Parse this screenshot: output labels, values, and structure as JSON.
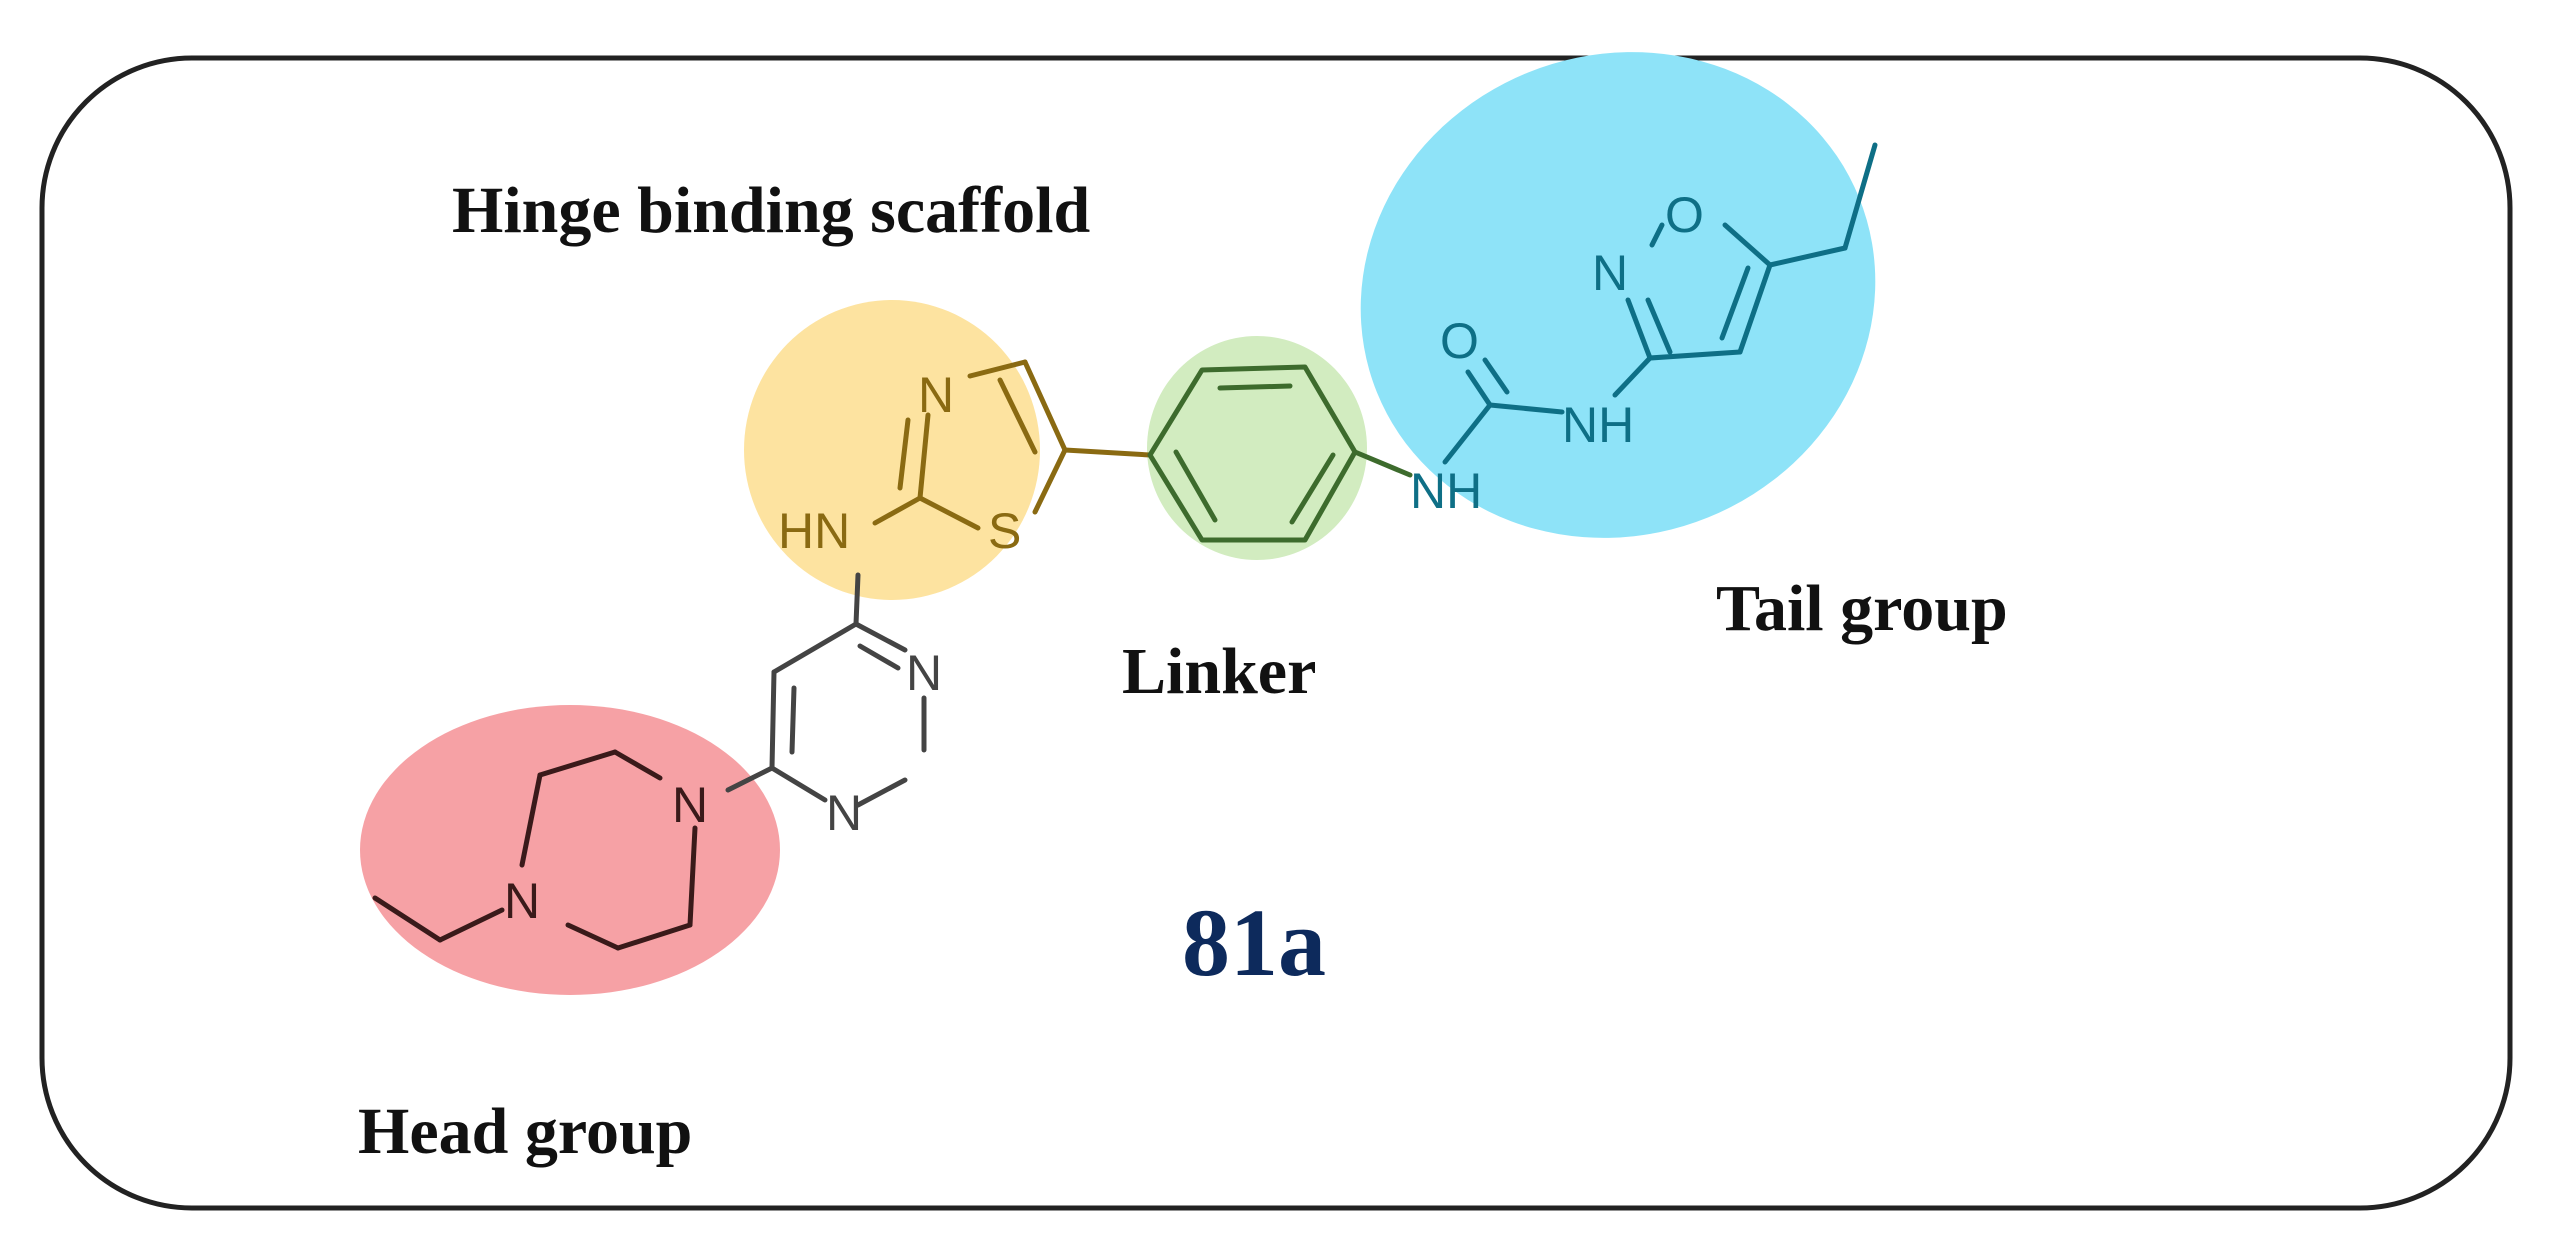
{
  "labels": {
    "hinge": "Hinge binding scaffold",
    "linker": "Linker",
    "tail": "Tail group",
    "head": "Head group",
    "compound": "81a"
  },
  "atoms": {
    "thiazole_n": "N",
    "thiazole_s": "S",
    "amine_hn": "HN",
    "pyrimidine_n1": "N",
    "pyrimidine_n2": "N",
    "piperazine_n1": "N",
    "piperazine_n2": "N",
    "urea_nh1": "NH",
    "urea_nh2": "NH",
    "urea_o": "O",
    "isoxazole_n": "N",
    "isoxazole_o": "O"
  },
  "colors": {
    "hinge_fill": "#fde3a0",
    "linker_fill": "#d2ecc0",
    "tail_fill": "#8ee3f8",
    "head_fill": "#f6a1a5",
    "hinge_ink": "#8a6a12",
    "linker_ink": "#3d6b2d",
    "tail_ink": "#0e6f86",
    "head_ink": "#3a1a1a",
    "scaffold_ink": "#444444",
    "compound_ink": "#0d2a5c",
    "border": "#222222"
  }
}
